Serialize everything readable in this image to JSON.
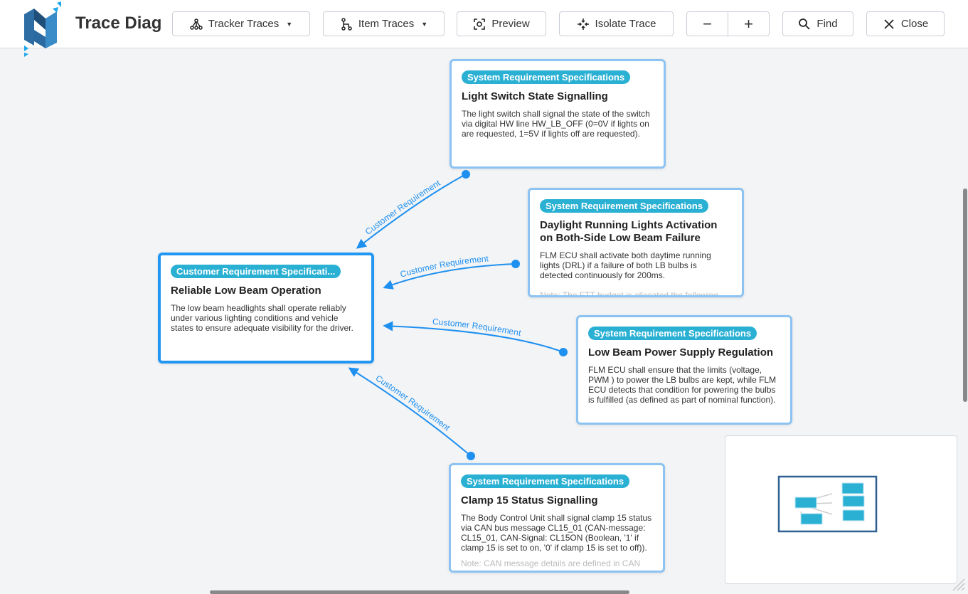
{
  "header": {
    "title": "Trace Diag",
    "buttons": {
      "tracker_traces": "Tracker Traces",
      "item_traces": "Item Traces",
      "preview": "Preview",
      "isolate": "Isolate Trace",
      "zoom_out": "−",
      "zoom_in": "+",
      "find": "Find",
      "close": "Close"
    }
  },
  "colors": {
    "accent": "#2196f3",
    "badge": "#29b0d3",
    "card_border": "#8cc3f2"
  },
  "nodes": [
    {
      "badge": "Customer Requirement Specificati...",
      "title": "Reliable Low Beam Operation",
      "body": "The low beam headlights shall operate reliably under various lighting conditions and vehicle states to ensure adequate visibility for the driver.",
      "note": ""
    },
    {
      "badge": "System Requirement Specifications",
      "title": "Light Switch State Signalling",
      "body": "The light switch shall signal the state of the switch via digital HW line HW_LB_OFF (0=0V if lights on are requested, 1=5V if lights off are requested).",
      "note": ""
    },
    {
      "badge": "System Requirement Specifications",
      "title": "Daylight Running Lights Activation on Both-Side Low Beam Failure",
      "body": "FLM ECU shall activate both daytime running lights (DRL) if a failure of both LB bulbs is detected continuously for 200ms.",
      "note": "Note: The FTT budget is allocated the following"
    },
    {
      "badge": "System Requirement Specifications",
      "title": "Low Beam Power Supply Regulation",
      "body": "FLM ECU shall ensure that the limits (voltage, PWM ) to power the LB bulbs are kept, while FLM ECU detects that condition for powering the bulbs is fulfilled (as defined as part of nominal function).",
      "note": ""
    },
    {
      "badge": "System Requirement Specifications",
      "title": "Clamp 15 Status Signalling",
      "body": "The Body Control Unit shall signal clamp 15 status via CAN bus message CL15_01 (CAN-message: CL15_01, CAN-Signal: CL15ON (Boolean, '1' if clamp 15 is set to on, '0' if clamp 15 is set to off)).",
      "note": "Note: CAN message details are defined in CAN"
    }
  ],
  "edges": [
    {
      "label": "Customer Requirement"
    },
    {
      "label": "Customer Requirement"
    },
    {
      "label": "Customer Requirement"
    },
    {
      "label": "Customer Requirement"
    }
  ]
}
